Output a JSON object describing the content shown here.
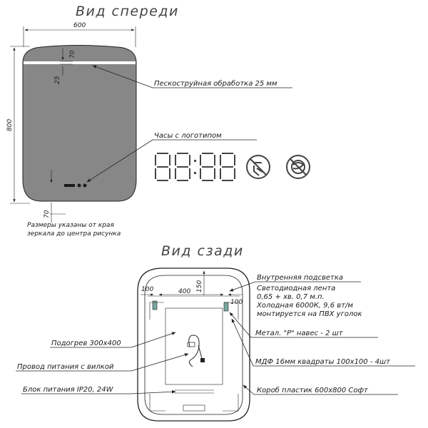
{
  "front": {
    "title": "Вид спереди",
    "dim_width": "600",
    "dim_height": "800",
    "dim_top": "70",
    "dim_band": "25",
    "dim_bottom": "70",
    "callout_sandblast": "Пескоструйная обработка 25 мм",
    "callout_clock": "Часы с логотипом",
    "clock_display": "88:88",
    "note_line1": "Размеры указаны от края",
    "note_line2": "зеркала до центра рисунка"
  },
  "back": {
    "title": "Вид сзади",
    "dim_side_left": "100",
    "dim_center": "400",
    "dim_side_right": "100",
    "dim_top": "150",
    "callout_lighting_1": "Внутренняя подсветка",
    "callout_lighting_2": "Светодиодная лента",
    "callout_lighting_3": "0,65 + хв. 0,7 м.п.",
    "callout_lighting_4": "Холодная 6000К, 9,6 вт/м",
    "callout_lighting_5": "монтируется на ПВХ уголок",
    "callout_hanger": "Метал. \"Р\" навес - 2 шт",
    "callout_mdf": "МДФ 16мм квадраты 100х100 - 4шт",
    "callout_box": "Короб пластик 600х800 Софт",
    "callout_heating": "Подогрев 300х400",
    "callout_cable": "Провод питания с вилкой",
    "callout_psu": "Блок питания IP20, 24W"
  },
  "colors": {
    "mirror_fill": "#878787",
    "line": "#222222",
    "title": "#444444"
  }
}
